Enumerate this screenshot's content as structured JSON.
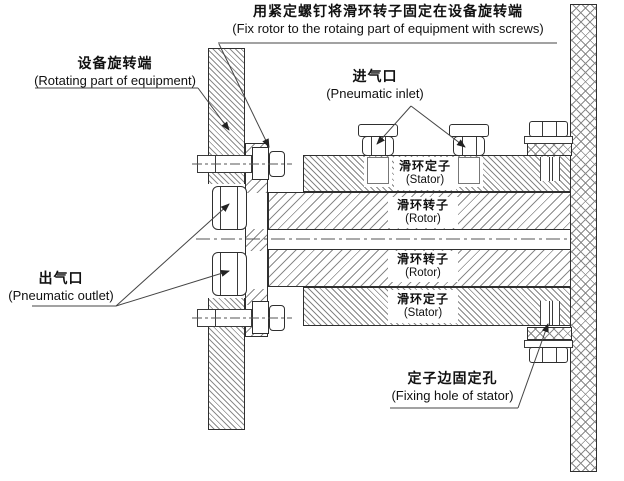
{
  "diagram": {
    "top_note": {
      "zh": "用紧定螺钉将滑环转子固定在设备旋转端",
      "en": "(Fix rotor to the rotaing part of equipment with screws)"
    },
    "labels": {
      "rotating_part": {
        "zh": "设备旋转端",
        "en": "(Rotating part of equipment)"
      },
      "pneumatic_inlet": {
        "zh": "进气口",
        "en": "(Pneumatic inlet)"
      },
      "pneumatic_outlet": {
        "zh": "出气口",
        "en": "(Pneumatic outlet)"
      },
      "fixing_hole": {
        "zh": "定子边固定孔",
        "en": "(Fixing hole of stator)"
      }
    },
    "parts": {
      "stator_top": {
        "zh": "滑环定子",
        "en": "(Stator)"
      },
      "rotor_top": {
        "zh": "滑环转子",
        "en": "(Rotor)"
      },
      "rotor_bottom": {
        "zh": "滑环转子",
        "en": "(Rotor)"
      },
      "stator_bottom": {
        "zh": "滑环定子",
        "en": "(Stator)"
      }
    },
    "colors": {
      "line": "#2f2f2f",
      "hatch": "#8a8a8a",
      "background": "#ffffff"
    }
  }
}
